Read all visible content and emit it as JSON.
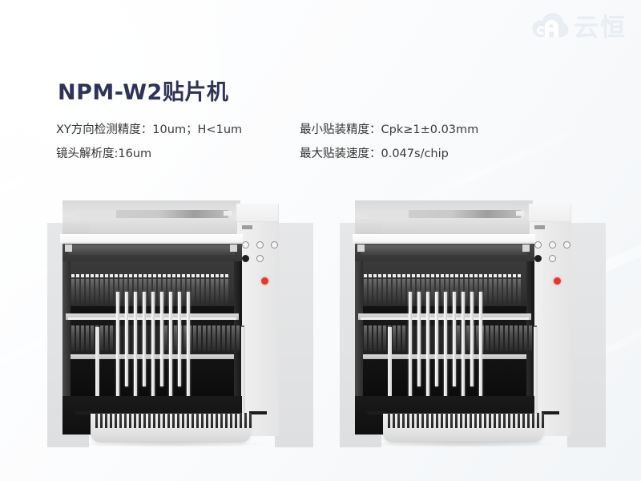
{
  "brand": {
    "logo_icon": "cloud-a-logo-icon",
    "logo_text": "云恒"
  },
  "header": {
    "title": "NPM-W2贴片机"
  },
  "specs": [
    {
      "label": "XY方向检测精度：",
      "value": "10um；H<1um"
    },
    {
      "label": "最小贴装精度：",
      "value": "Cpk≥1±0.03mm"
    },
    {
      "label": "镜头解析度:",
      "value": "16um"
    },
    {
      "label": "最大贴装速度：",
      "value": "0.047s/chip"
    }
  ],
  "product_images": [
    {
      "alt": "NPM-W2贴片机",
      "indicator_lamp_color": "#e03a2f"
    },
    {
      "alt": "NPM-W2贴片机",
      "indicator_lamp_color": "#e03a2f"
    }
  ],
  "colors": {
    "title": "#2e3357",
    "body_text": "#3b3b3b",
    "background": "#f6f8fa",
    "watermark": "#e9edf4",
    "lamp": "#e03a2f"
  }
}
